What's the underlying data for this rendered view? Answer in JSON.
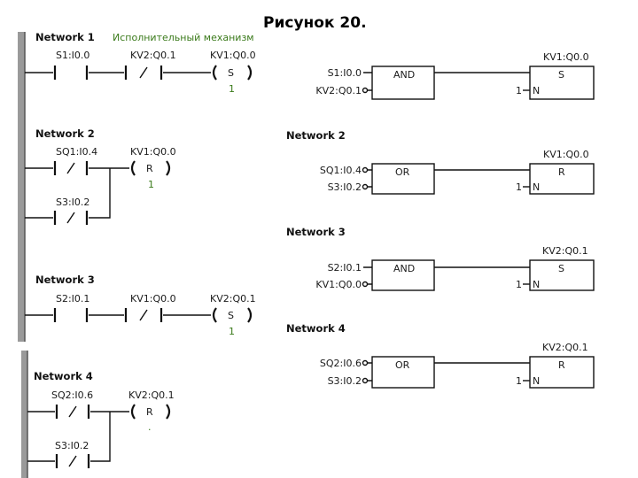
{
  "title": "Рисунок 20.",
  "subtitle": "Исполнительный механизм",
  "ladder": [
    {
      "network": "Network 1",
      "contact1": "S1:I0.0",
      "contact2": "KV2:Q0.1",
      "coil": "KV1:Q0.0",
      "coil_symbol": "S",
      "coil_count": "1"
    },
    {
      "network": "Network 2",
      "contact1": "SQ1:I0.4",
      "contact_parallel": "S3:I0.2",
      "coil": "KV1:Q0.0",
      "coil_symbol": "R",
      "coil_count": "1"
    },
    {
      "network": "Network 3",
      "contact1": "S2:I0.1",
      "contact2": "KV1:Q0.0",
      "coil": "KV2:Q0.1",
      "coil_symbol": "S",
      "coil_count": "1"
    },
    {
      "network": "Network 4",
      "contact1": "SQ2:I0.6",
      "contact_parallel": "S3:I0.2",
      "coil": "KV2:Q0.1",
      "coil_symbol": "R",
      "coil_count": "."
    }
  ],
  "fbd": [
    {
      "network": "",
      "in1": "S1:I0.0",
      "in2": "KV2:Q0.1",
      "gate": "AND",
      "out": "KV1:Q0.0",
      "out_symbol": "S",
      "n_count": "1",
      "n_label": "N"
    },
    {
      "network": "Network 2",
      "in1": "SQ1:I0.4",
      "in2": "S3:I0.2",
      "gate": "OR",
      "out": "KV1:Q0.0",
      "out_symbol": "R",
      "n_count": "1",
      "n_label": "N"
    },
    {
      "network": "Network 3",
      "in1": "S2:I0.1",
      "in2": "KV1:Q0.0",
      "gate": "AND",
      "out": "KV2:Q0.1",
      "out_symbol": "S",
      "n_count": "1",
      "n_label": "N"
    },
    {
      "network": "Network 4",
      "in1": "SQ2:I0.6",
      "in2": "S3:I0.2",
      "gate": "OR",
      "out": "KV2:Q0.1",
      "out_symbol": "R",
      "n_count": "1",
      "n_label": "N"
    }
  ],
  "colors": {
    "annotation": "#3a7a1a",
    "line": "#111111",
    "rail_gray": "#9a9a9a"
  }
}
